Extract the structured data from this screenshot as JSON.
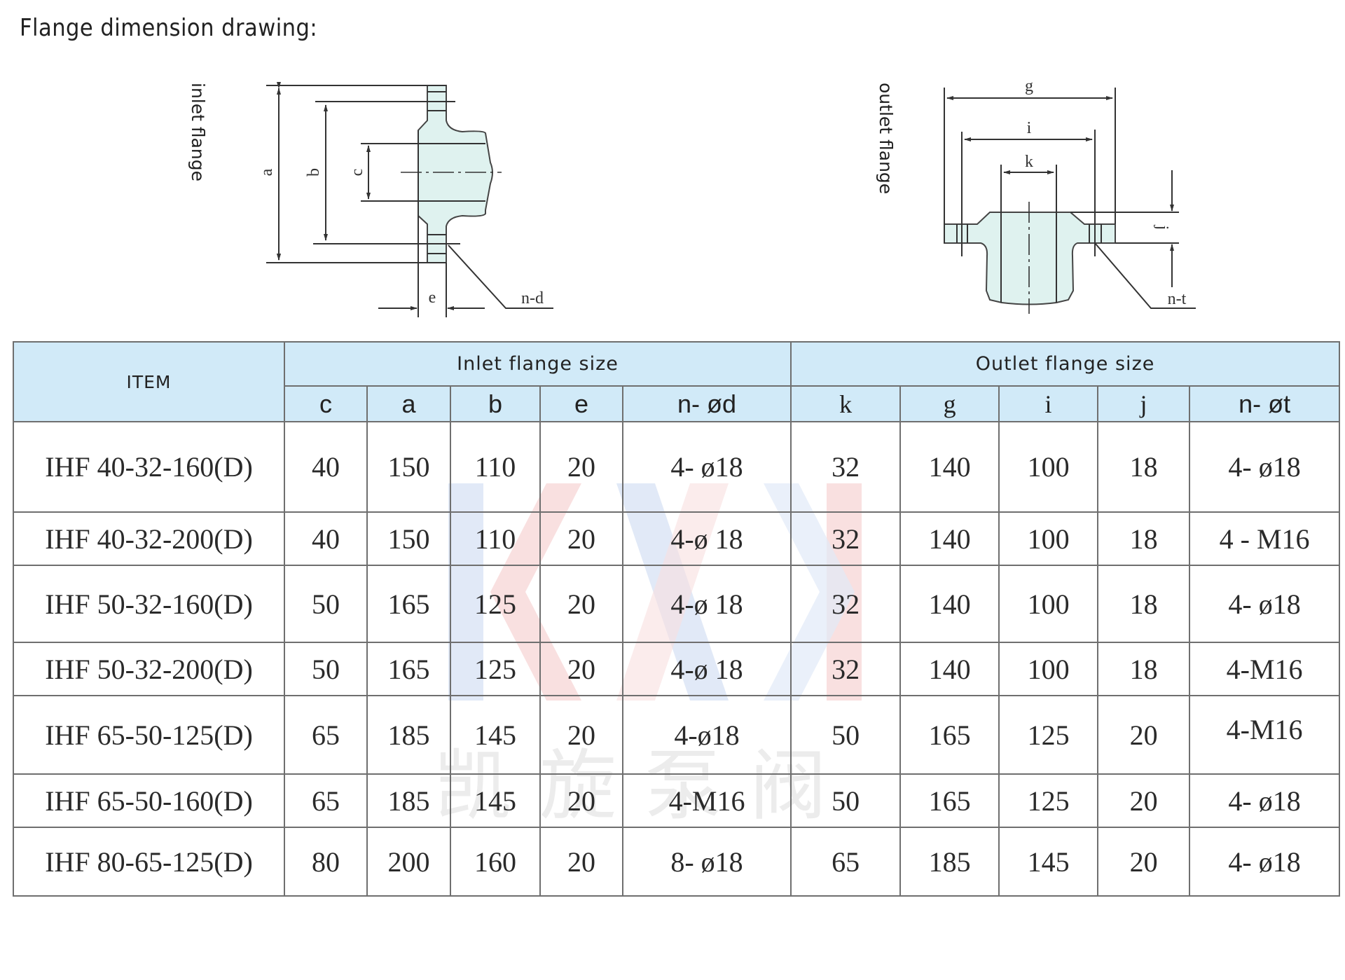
{
  "title": "Flange dimension drawing:",
  "drawings": {
    "inlet": {
      "caption": "inlet flange",
      "labels": {
        "a": "a",
        "b": "b",
        "c": "c",
        "e": "e",
        "nd": "n-d"
      },
      "fill_color": "#dff2ef"
    },
    "outlet": {
      "caption": "outlet flange",
      "labels": {
        "g": "g",
        "i": "i",
        "k": "k",
        "j": "j",
        "nt": "n-t"
      },
      "fill_color": "#dff2ef"
    }
  },
  "table": {
    "header_bg": "#d1eaf8",
    "item_header": "ITEM",
    "inlet_group": "Inlet flange size",
    "outlet_group": "Outlet flange size",
    "inlet_columns": [
      "c",
      "a",
      "b",
      "e",
      "n- ød"
    ],
    "outlet_columns": [
      "k",
      "g",
      "i",
      "j",
      "n- øt"
    ],
    "rows": [
      {
        "item": "IHF 40-32-160(D)",
        "c": "40",
        "a": "150",
        "b": "110",
        "e": "20",
        "nd": "4- ø18",
        "k": "32",
        "g": "140",
        "i": "100",
        "j": "18",
        "nt": "4- ø18"
      },
      {
        "item": "IHF 40-32-200(D)",
        "c": "40",
        "a": "150",
        "b": "110",
        "e": "20",
        "nd": "4-ø 18",
        "k": "32",
        "g": "140",
        "i": "100",
        "j": "18",
        "nt": "4 - M16"
      },
      {
        "item": "IHF 50-32-160(D)",
        "c": "50",
        "a": "165",
        "b": "125",
        "e": "20",
        "nd": "4-ø 18",
        "k": "32",
        "g": "140",
        "i": "100",
        "j": "18",
        "nt": "4- ø18"
      },
      {
        "item": "IHF 50-32-200(D)",
        "c": "50",
        "a": "165",
        "b": "125",
        "e": "20",
        "nd": "4-ø 18",
        "k": "32",
        "g": "140",
        "i": "100",
        "j": "18",
        "nt": "4-M16"
      },
      {
        "item": "IHF 65-50-125(D)",
        "c": "65",
        "a": "185",
        "b": "145",
        "e": "20",
        "nd": "4-ø18",
        "k": "50",
        "g": "165",
        "i": "125",
        "j": "20",
        "nt": "4-M16"
      },
      {
        "item": "IHF 65-50-160(D)",
        "c": "65",
        "a": "185",
        "b": "145",
        "e": "20",
        "nd": "4-M16",
        "k": "50",
        "g": "165",
        "i": "125",
        "j": "20",
        "nt": "4- ø18"
      },
      {
        "item": "IHF 80-65-125(D)",
        "c": "80",
        "a": "200",
        "b": "160",
        "e": "20",
        "nd": "8- ø18",
        "k": "65",
        "g": "185",
        "i": "145",
        "j": "20",
        "nt": "4- ø18"
      }
    ]
  },
  "watermark": {
    "logo_text": "KXK",
    "sub_text": "凯旋泵阀",
    "red": "#f4c6c6",
    "blue": "#c9d8f1"
  }
}
